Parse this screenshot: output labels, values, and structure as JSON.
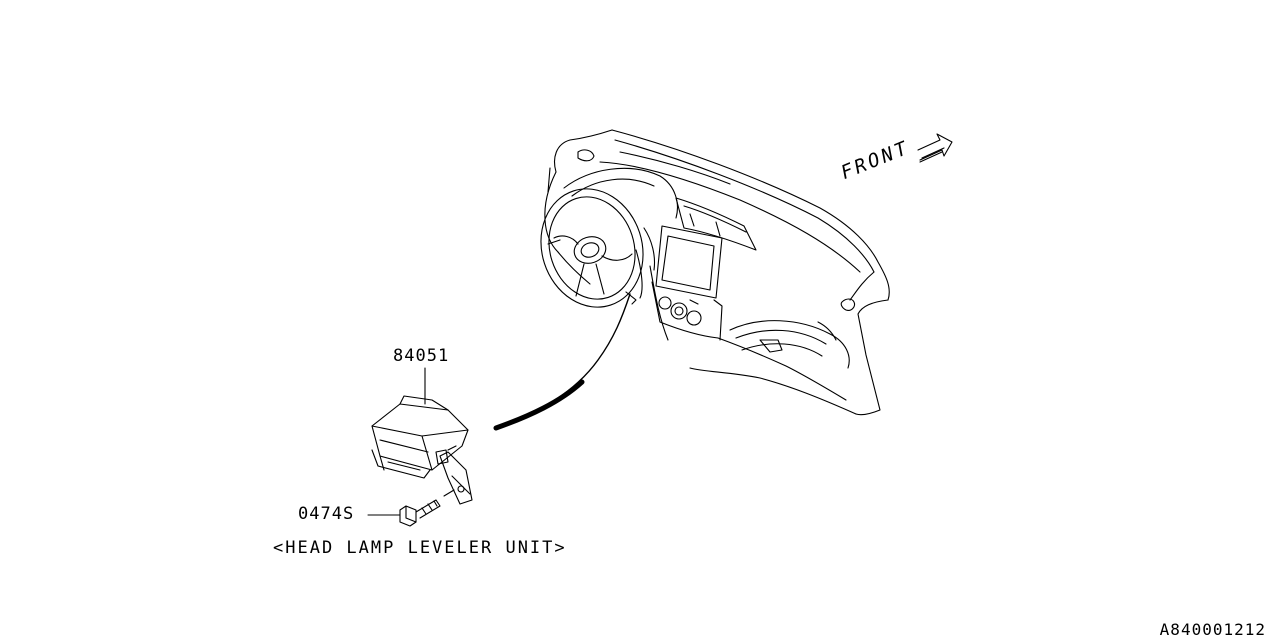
{
  "parts": {
    "main_unit_number": "84051",
    "bolt_number": "0474S"
  },
  "caption": "<HEAD LAMP LEVELER UNIT>",
  "direction_label": "FRONT",
  "figure_code": "A840001212",
  "icons": {
    "front_arrow": "double-outline-arrow-icon"
  }
}
